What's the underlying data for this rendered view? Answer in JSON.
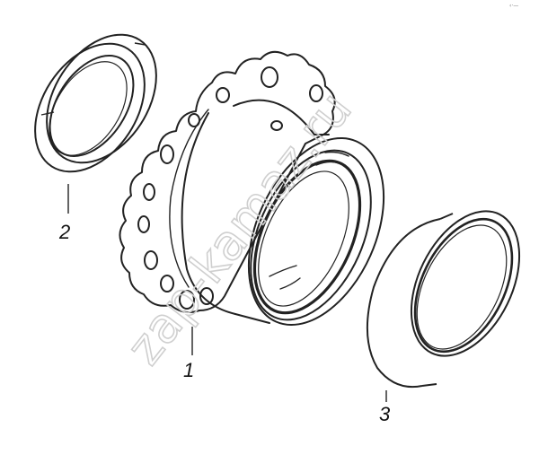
{
  "callouts": {
    "part_1": "1",
    "part_2": "2",
    "part_3": "3"
  },
  "watermark": "zap-kamaz.ru",
  "corner_mark": "‹·—"
}
